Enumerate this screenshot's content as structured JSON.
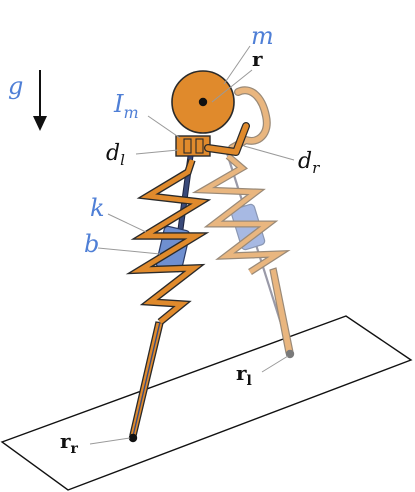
{
  "labels": {
    "gravity": "g",
    "mass": "m",
    "position": "r",
    "inertia_base": "I",
    "inertia_sub": "m",
    "left_offset_base": "d",
    "left_offset_sub": "l",
    "right_offset_base": "d",
    "right_offset_sub": "r",
    "spring": "k",
    "damper": "b",
    "left_foot_base": "r",
    "left_foot_sub": "l",
    "right_foot_base": "r",
    "right_foot_sub": "r"
  },
  "colors": {
    "body_orange": "#e08a2c",
    "outline": "#2a2a2a",
    "faded_orange": "#e9b67f",
    "faded_outline": "#9a8a78",
    "damper_blue": "#6f8fd0",
    "faded_blue": "#a7b9e3",
    "label_blue": "#4f7fd6",
    "ground_line": "#111111"
  }
}
